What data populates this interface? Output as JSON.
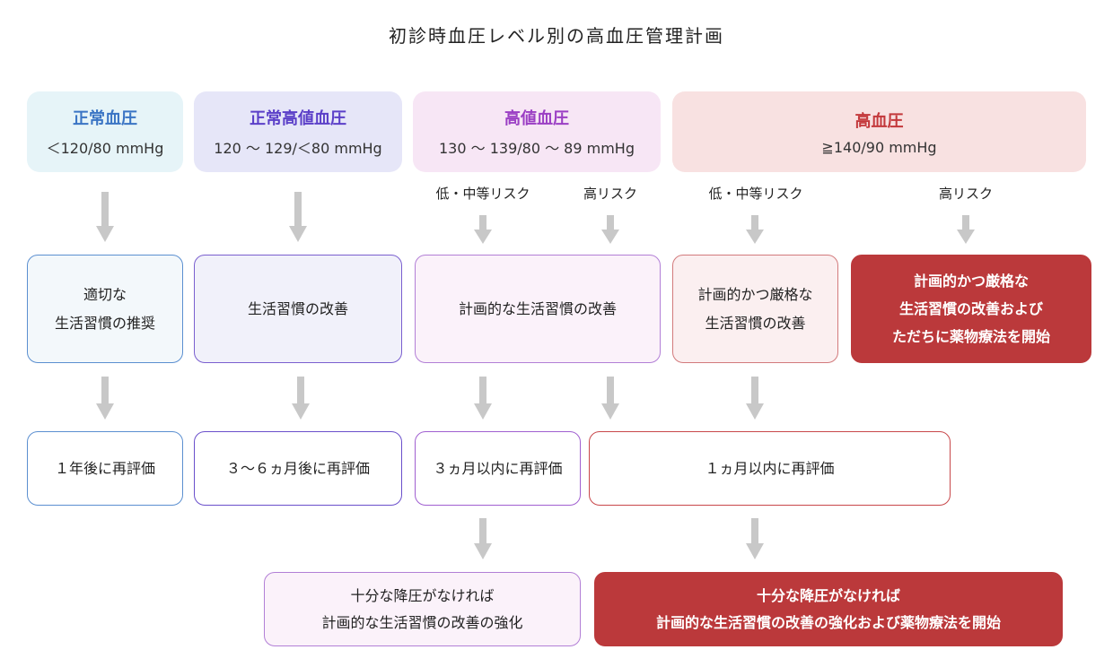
{
  "title": "初診時血圧レベル別の高血圧管理計画",
  "colors": {
    "normal": "#3a74c4",
    "normal_bg": "#e6f4f8",
    "high_normal": "#5b3fc8",
    "high_normal_bg": "#e6e6f8",
    "elevated": "#9b3fc4",
    "elevated_bg": "#f7e6f5",
    "hypertension": "#c3383b",
    "hypertension_bg": "#f8e1e1",
    "arrow": "#c8c8c8",
    "red_box": "#bb393b"
  },
  "categories": [
    {
      "name": "正常血圧",
      "range": "＜120/80 mmHg"
    },
    {
      "name": "正常高値血圧",
      "range": "120 ～ 129/＜80 mmHg"
    },
    {
      "name": "高値血圧",
      "range": "130 ～ 139/80 ～ 89 mmHg"
    },
    {
      "name": "高血圧",
      "range": "≧140/90 mmHg"
    }
  ],
  "risk_labels": {
    "elevated_low_mid": "低・中等リスク",
    "elevated_high": "高リスク",
    "htn_low_mid": "低・中等リスク",
    "htn_high": "高リスク"
  },
  "actions": {
    "normal": [
      "適切な",
      "生活習慣の推奨"
    ],
    "high_normal": [
      "生活習慣の改善"
    ],
    "elevated": [
      "計画的な生活習慣の改善"
    ],
    "htn_low_mid": [
      "計画的かつ厳格な",
      "生活習慣の改善"
    ],
    "htn_high": [
      "計画的かつ厳格な",
      "生活習慣の改善および",
      "ただちに薬物療法を開始"
    ]
  },
  "reevaluation": {
    "normal": "１年後に再評価",
    "high_normal": "３～６ヵ月後に再評価",
    "elevated_low_mid": "３ヵ月以内に再評価",
    "one_month": "１ヵ月以内に再評価"
  },
  "final": {
    "elevated": [
      "十分な降圧がなければ",
      "計画的な生活習慣の改善の強化"
    ],
    "htn": [
      "十分な降圧がなければ",
      "計画的な生活習慣の改善の強化および薬物療法を開始"
    ]
  }
}
